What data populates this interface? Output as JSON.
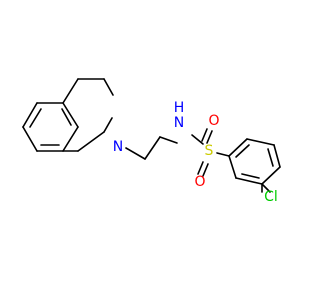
{
  "molecule": {
    "atoms": [
      {
        "id": "N1",
        "label": "N",
        "color": "#0000ff"
      },
      {
        "id": "NH",
        "label": "N",
        "sub": "H",
        "color": "#0000ff"
      },
      {
        "id": "S",
        "label": "S",
        "color": "#cccc00"
      },
      {
        "id": "O1",
        "label": "O",
        "color": "#ff0000"
      },
      {
        "id": "O2",
        "label": "O",
        "color": "#ff0000"
      },
      {
        "id": "Cl",
        "label": "Cl",
        "color": "#00cc00"
      }
    ]
  }
}
